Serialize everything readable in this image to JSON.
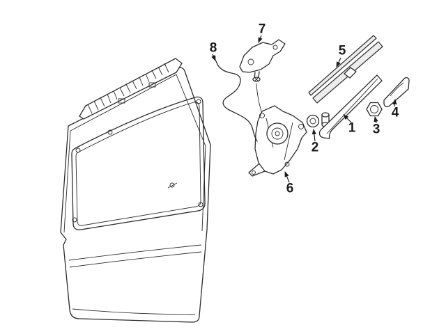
{
  "colors": {
    "background": "#ffffff",
    "line": "#2b2b2b",
    "label": "#1b1b1b"
  },
  "callouts": [
    {
      "label": "1"
    },
    {
      "label": "2"
    },
    {
      "label": "3"
    },
    {
      "label": "4"
    },
    {
      "label": "5"
    },
    {
      "label": "6"
    },
    {
      "label": "7"
    },
    {
      "label": "8"
    }
  ]
}
